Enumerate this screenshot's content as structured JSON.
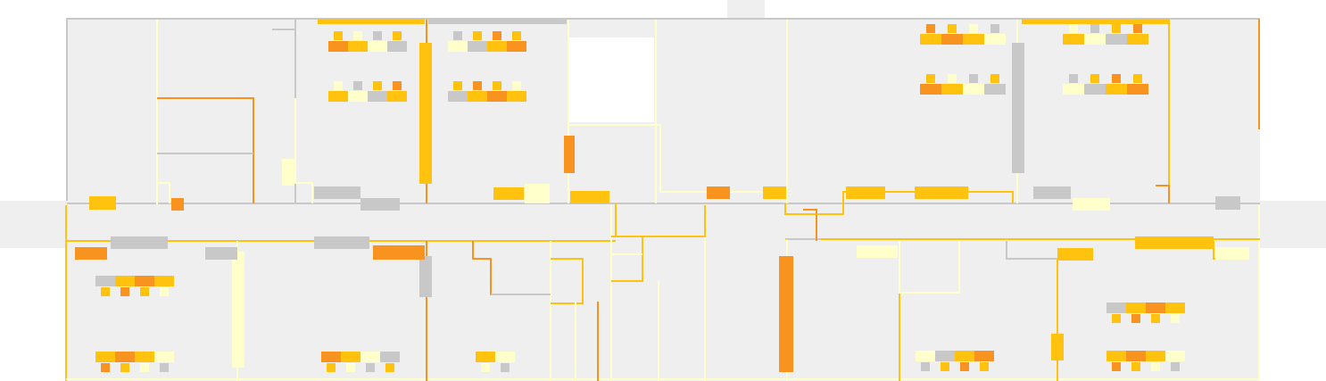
{
  "floorplan": {
    "palette": {
      "background": "#ffffff",
      "floor": "#efefef",
      "wall_gray": "#c8c8c8",
      "orange": "#f7931e",
      "amber": "#ffc20e",
      "cream": "#ffffcc",
      "light_yellow": "#fff6a8"
    },
    "zones": [
      "outer-building",
      "left-wing",
      "right-wing",
      "top-stub",
      "north-corridor",
      "office-north-1",
      "office-north-2",
      "office-north-3",
      "courtyard-void",
      "office-north-4",
      "office-north-5",
      "office-south-1",
      "office-south-2",
      "office-south-3",
      "stair-core",
      "office-south-4",
      "office-south-5"
    ],
    "desk_clusters": [
      "desks-north-a",
      "desks-north-b",
      "desks-north-c",
      "desks-north-d",
      "desks-north-e",
      "desks-north-f",
      "desks-north-g",
      "desks-north-h",
      "desks-south-a",
      "desks-south-b",
      "desks-south-c",
      "desks-south-d",
      "desks-south-e",
      "desks-south-f",
      "desks-south-g"
    ]
  }
}
